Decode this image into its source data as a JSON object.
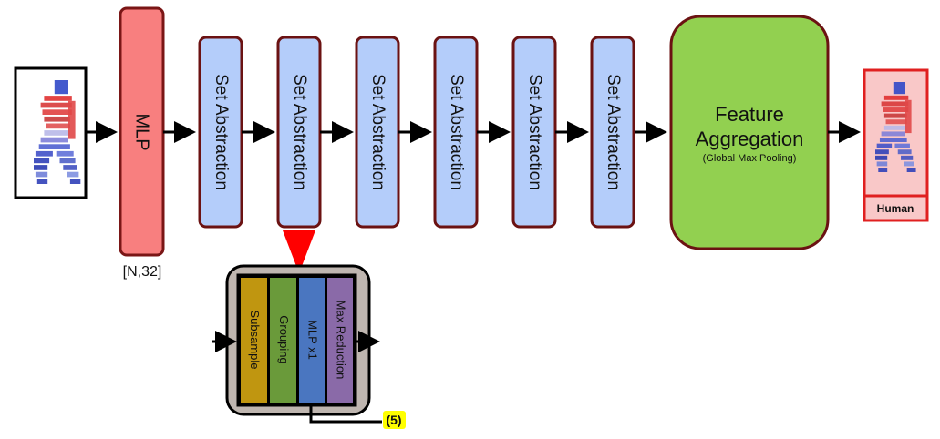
{
  "input": {
    "icon": "human-point-cloud-icon"
  },
  "mlp": {
    "label": "MLP",
    "shape_label": "[N,32]",
    "color": "#f87f7f",
    "border": "#7a1616"
  },
  "set_abstraction": {
    "color": "#b4cdfa",
    "border": "#6b1212",
    "blocks": [
      {
        "label": "Set Abstraction"
      },
      {
        "label": "Set Abstraction"
      },
      {
        "label": "Set Abstraction"
      },
      {
        "label": "Set Abstraction"
      },
      {
        "label": "Set Abstraction"
      },
      {
        "label": "Set Abstraction"
      }
    ]
  },
  "feature_aggregation": {
    "title_line1": "Feature",
    "title_line2": "Aggregation",
    "subtitle": "(Global Max Pooling)",
    "color": "#92d050",
    "border": "#6b1212"
  },
  "output": {
    "label": "Human",
    "background": "#f9c8c8",
    "border": "#e02020"
  },
  "detail": {
    "container_color": "#bfb6b0",
    "steps": [
      {
        "label": "Subsample",
        "color": "#c09610"
      },
      {
        "label": "Grouping",
        "color": "#6a9a3a"
      },
      {
        "label": "MLP x1",
        "color": "#4a76c0"
      },
      {
        "label": "Max Reduction",
        "color": "#8a6aa8"
      }
    ],
    "badge": "(5)",
    "badge_color": "#ffff00",
    "pointer_color": "#ff0000"
  }
}
